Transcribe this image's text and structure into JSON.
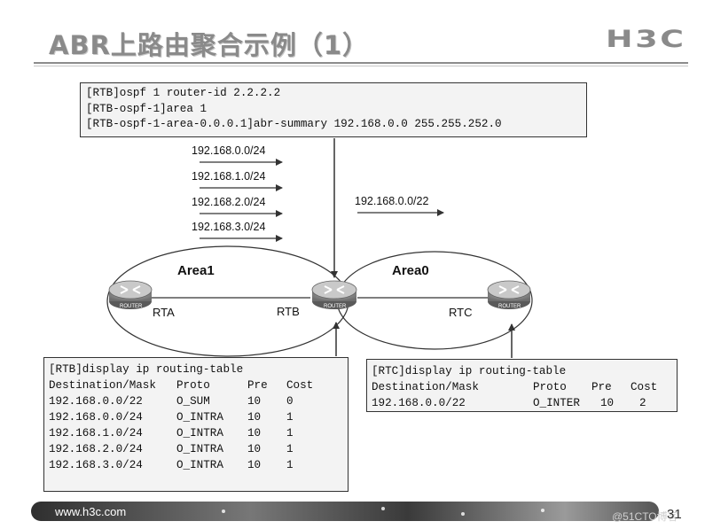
{
  "slide": {
    "title": "ABR上路由聚合示例（1）",
    "logo": "H3C",
    "footer_url": "www.h3c.com",
    "page_number": "31",
    "watermark": "@51CTO博客"
  },
  "config_box": {
    "lines": [
      "[RTB]ospf 1 router-id 2.2.2.2",
      "[RTB-ospf-1]area 1",
      "[RTB-ospf-1-area-0.0.0.1]abr-summary 192.168.0.0 255.255.252.0"
    ]
  },
  "area1_routes": [
    "192.168.0.0/24",
    "192.168.1.0/24",
    "192.168.2.0/24",
    "192.168.3.0/24"
  ],
  "area0_route": "192.168.0.0/22",
  "areas": {
    "area1": "Area1",
    "area0": "Area0"
  },
  "routers": {
    "rta": {
      "name": "RTA",
      "icon_text": "ROUTER"
    },
    "rtb": {
      "name": "RTB",
      "icon_text": "ROUTER"
    },
    "rtc": {
      "name": "RTC",
      "icon_text": "ROUTER"
    }
  },
  "rtb_table": {
    "command": "[RTB]display ip routing-table",
    "headers": [
      "Destination/Mask",
      "Proto",
      "Pre",
      "Cost"
    ],
    "rows": [
      [
        "192.168.0.0/22",
        "O_SUM",
        "10",
        "0"
      ],
      [
        "192.168.0.0/24",
        "O_INTRA",
        "10",
        "1"
      ],
      [
        "192.168.1.0/24",
        "O_INTRA",
        "10",
        "1"
      ],
      [
        "192.168.2.0/24",
        "O_INTRA",
        "10",
        "1"
      ],
      [
        "192.168.3.0/24",
        "O_INTRA",
        "10",
        "1"
      ]
    ]
  },
  "rtc_table": {
    "command": "[RTC]display ip routing-table",
    "headers": [
      "Destination/Mask",
      "Proto",
      "Pre",
      "Cost"
    ],
    "rows": [
      [
        "192.168.0.0/22",
        "O_INTER",
        "10",
        "2"
      ]
    ]
  }
}
